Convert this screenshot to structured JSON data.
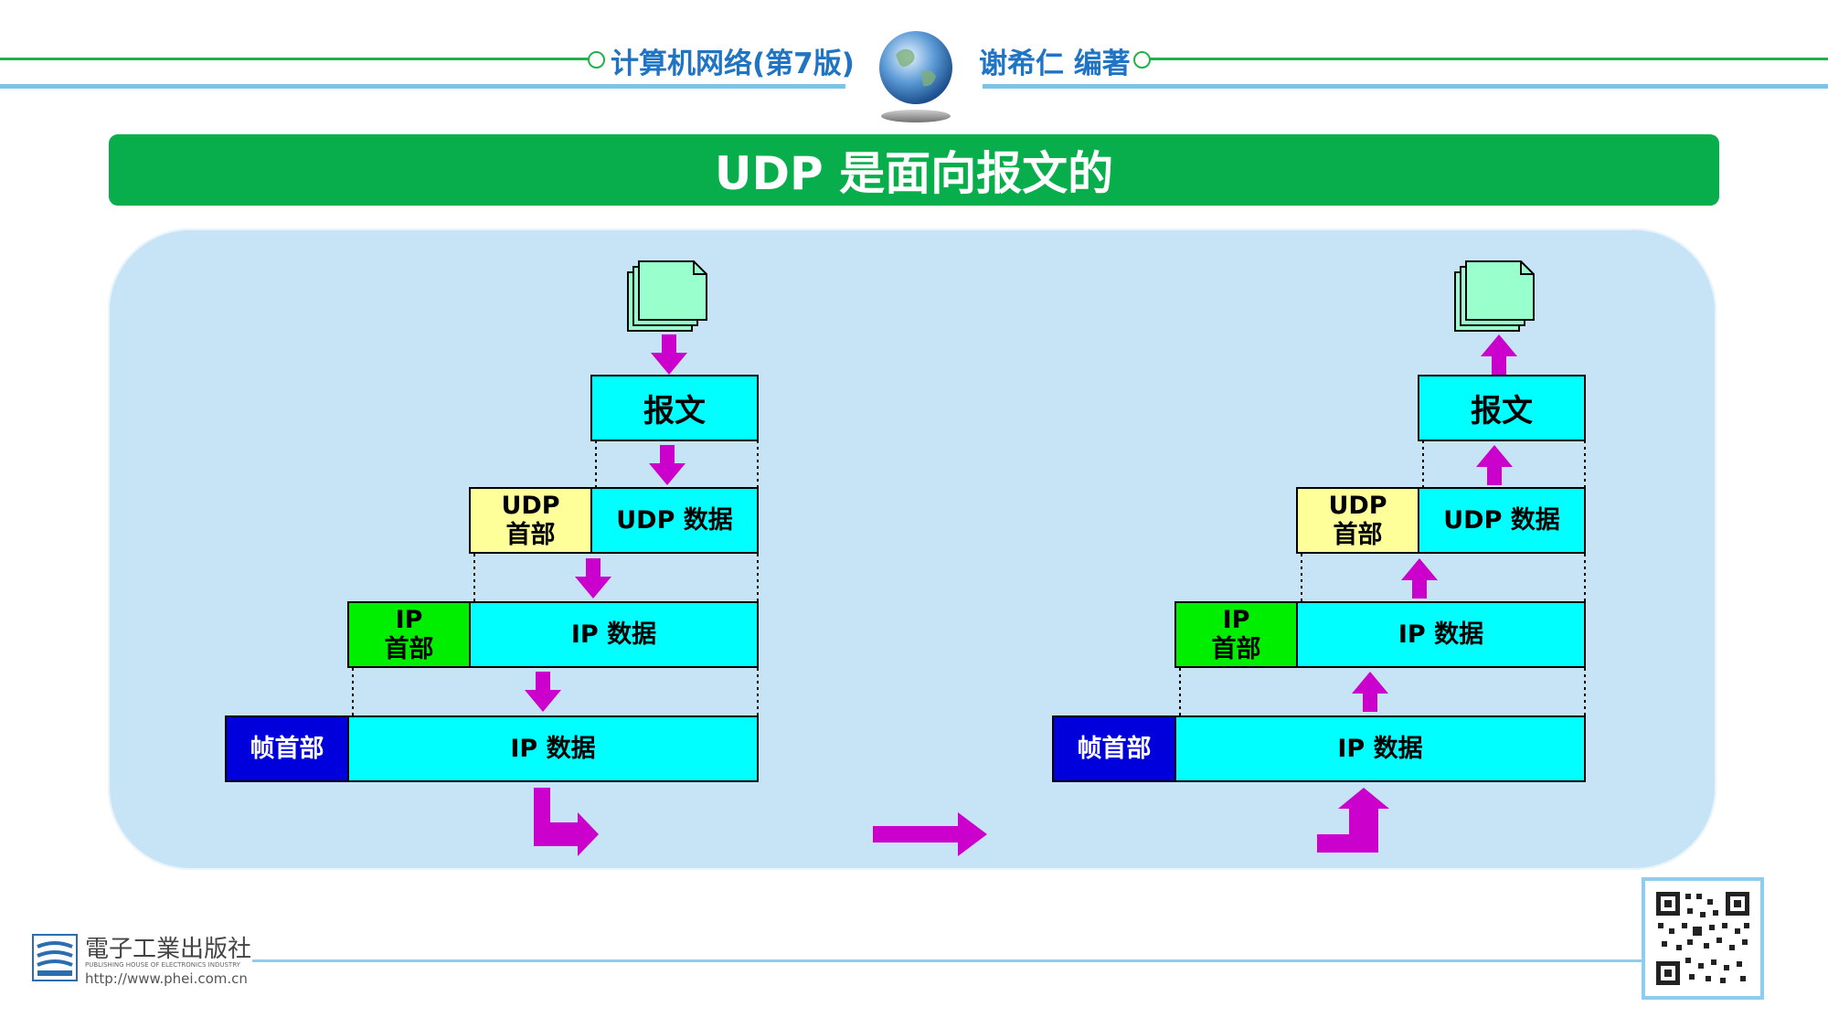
{
  "header": {
    "book_title": "计算机网络(第7版)",
    "author": "谢希仁 编著"
  },
  "slide": {
    "title": "UDP 是面向报文的"
  },
  "diagram": {
    "sender": {
      "message": "报文",
      "udp_header": [
        "UDP",
        "首部"
      ],
      "udp_data": "UDP 数据",
      "ip_header": [
        "IP",
        "首部"
      ],
      "ip_data": "IP 数据",
      "frame_header": "帧首部",
      "frame_data": "IP 数据"
    },
    "receiver": {
      "message": "报文",
      "udp_header": [
        "UDP",
        "首部"
      ],
      "udp_data": "UDP 数据",
      "ip_header": [
        "IP",
        "首部"
      ],
      "ip_data": "IP 数据",
      "frame_header": "帧首部",
      "frame_data": "IP 数据"
    },
    "colors": {
      "panel": "#c7e3f6",
      "arrow": "#cc00cc",
      "data_box": "#00ffff",
      "udp_header": "#ffff99",
      "ip_header": "#00ee00",
      "frame_header": "#0000dd",
      "banner": "#08ad4c"
    }
  },
  "footer": {
    "publisher": "電子工業出版社",
    "publisher_en": "PUBLISHING HOUSE OF ELECTRONICS INDUSTRY",
    "url": "http://www.phei.com.cn"
  }
}
